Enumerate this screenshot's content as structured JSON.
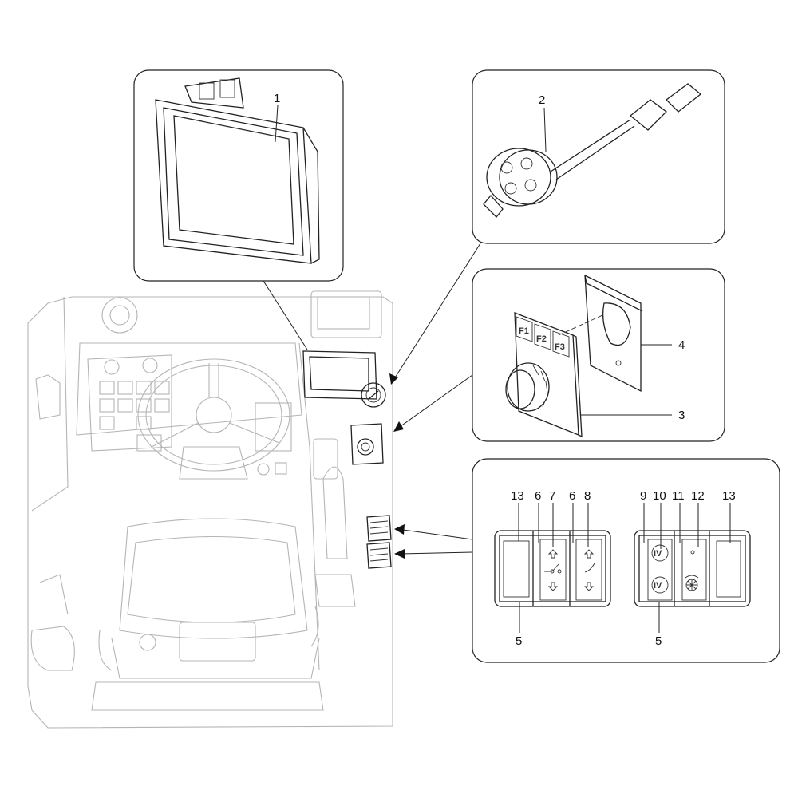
{
  "callouts": {
    "display": "1",
    "rotary_switch": "2",
    "control_panel": "3",
    "bracket": "4",
    "switch_panel_left": "5",
    "switch_panel_right": "5",
    "switch_frame_a": "6",
    "switch_frame_b": "6",
    "switch_lift": "7",
    "switch_tilt": "8",
    "switch_frame_c": "9",
    "switch_rotation": "10",
    "switch_frame_d": "11",
    "switch_beacon": "12",
    "blank_left": "13",
    "blank_right": "13"
  },
  "function_keys": [
    "F1",
    "F2",
    "F3"
  ],
  "switch_icons": {
    "rotation": "IV"
  }
}
